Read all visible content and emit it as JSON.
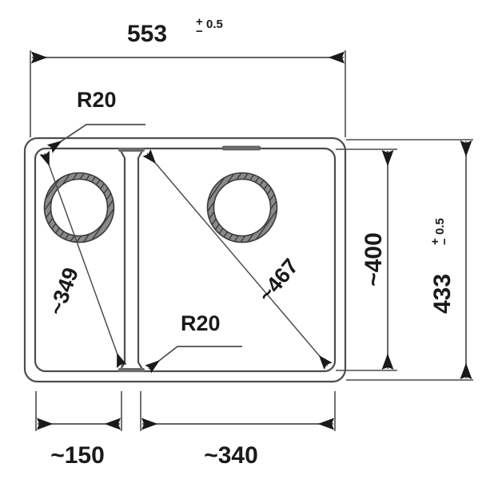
{
  "drawing": {
    "type": "technical-dimension-drawing",
    "subject": "double-bowl-undermount-sink",
    "units": "mm",
    "line_color": "#4d4d4d",
    "text_color": "#1a1a1a",
    "background": "#ffffff"
  },
  "dimensions": {
    "overall_width": {
      "value": "553",
      "tolerance_plus": "+",
      "tolerance_minus": "−",
      "tolerance_value": "0.5",
      "position": "top",
      "label": "553"
    },
    "overall_height": {
      "value": "433",
      "tolerance_plus": "+",
      "tolerance_minus": "−",
      "tolerance_value": "0.5",
      "position": "right-outer",
      "label": "433"
    },
    "inner_height": {
      "value": "~400",
      "position": "right-inner",
      "label": "~400"
    },
    "left_bowl_width": {
      "value": "~150",
      "position": "bottom-left",
      "label": "~150"
    },
    "right_bowl_width": {
      "value": "~340",
      "position": "bottom-right",
      "label": "~340"
    },
    "left_bowl_diagonal": {
      "value": "~349",
      "position": "left-bowl-diagonal",
      "label": "~349"
    },
    "right_bowl_diagonal": {
      "value": "~467",
      "position": "right-bowl-diagonal",
      "label": "~467"
    },
    "corner_radius_top": {
      "value": "R20",
      "position": "top-left-corner-callout",
      "label": "R20"
    },
    "corner_radius_bottom": {
      "value": "R20",
      "position": "bottom-divider-callout",
      "label": "R20"
    }
  },
  "features": {
    "left_bowl_drain": "drain-ring",
    "right_bowl_drain": "drain-ring",
    "overflow_slot": "overflow-slot",
    "center_divider": "center-divider"
  }
}
